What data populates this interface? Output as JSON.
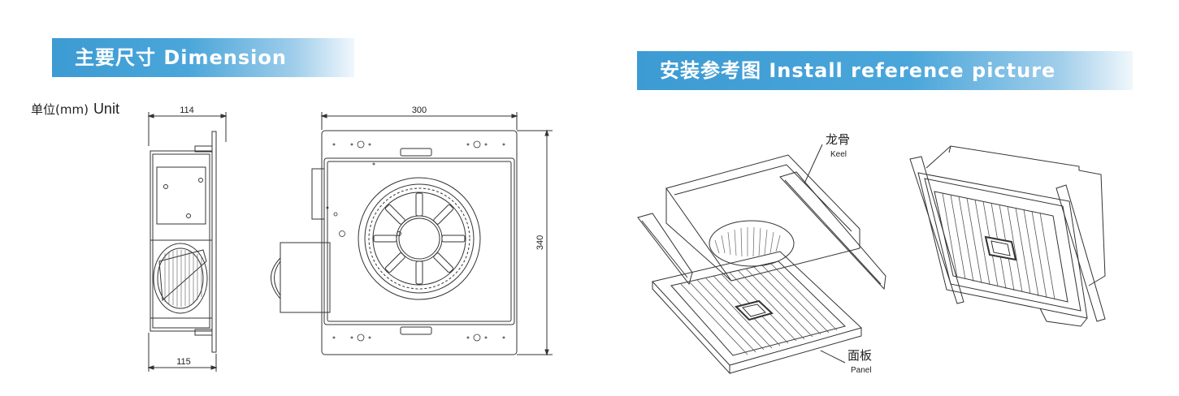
{
  "sections": {
    "dimension": {
      "title": "主要尺寸 Dimension"
    },
    "install": {
      "title": "安装参考图 Install reference picture"
    }
  },
  "unit": {
    "cn": "单位(mm)",
    "en": "Unit"
  },
  "dimensions": {
    "side_top": "114",
    "side_bottom": "115",
    "front_width": "300",
    "front_height": "340"
  },
  "callouts": {
    "keel": {
      "cn": "龙骨",
      "en": "Keel"
    },
    "panel": {
      "cn": "面板",
      "en": "Panel"
    }
  },
  "colors": {
    "banner": "#3d9bd3",
    "line": "#333333"
  }
}
